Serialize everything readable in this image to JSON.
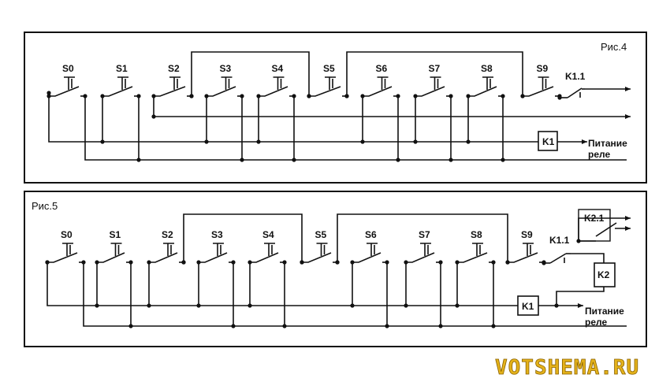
{
  "fig4": {
    "caption": "Рис.4",
    "switches": [
      "S0",
      "S1",
      "S2",
      "S3",
      "S4",
      "S5",
      "S6",
      "S7",
      "S8",
      "S9"
    ],
    "contact": "K1.1",
    "relay": "K1",
    "supply_line1": "Питание",
    "supply_line2": "реле"
  },
  "fig5": {
    "caption": "Рис.5",
    "switches": [
      "S0",
      "S1",
      "S2",
      "S3",
      "S4",
      "S5",
      "S6",
      "S7",
      "S8",
      "S9"
    ],
    "contact1": "K1.1",
    "contact2": "K2.1",
    "relay1": "K1",
    "relay2": "K2",
    "supply_line1": "Питание",
    "supply_line2": "реле"
  },
  "watermark": "VOTSHEMA.RU",
  "colors": {
    "line": "#111111",
    "watermark": "#e4b21a"
  }
}
